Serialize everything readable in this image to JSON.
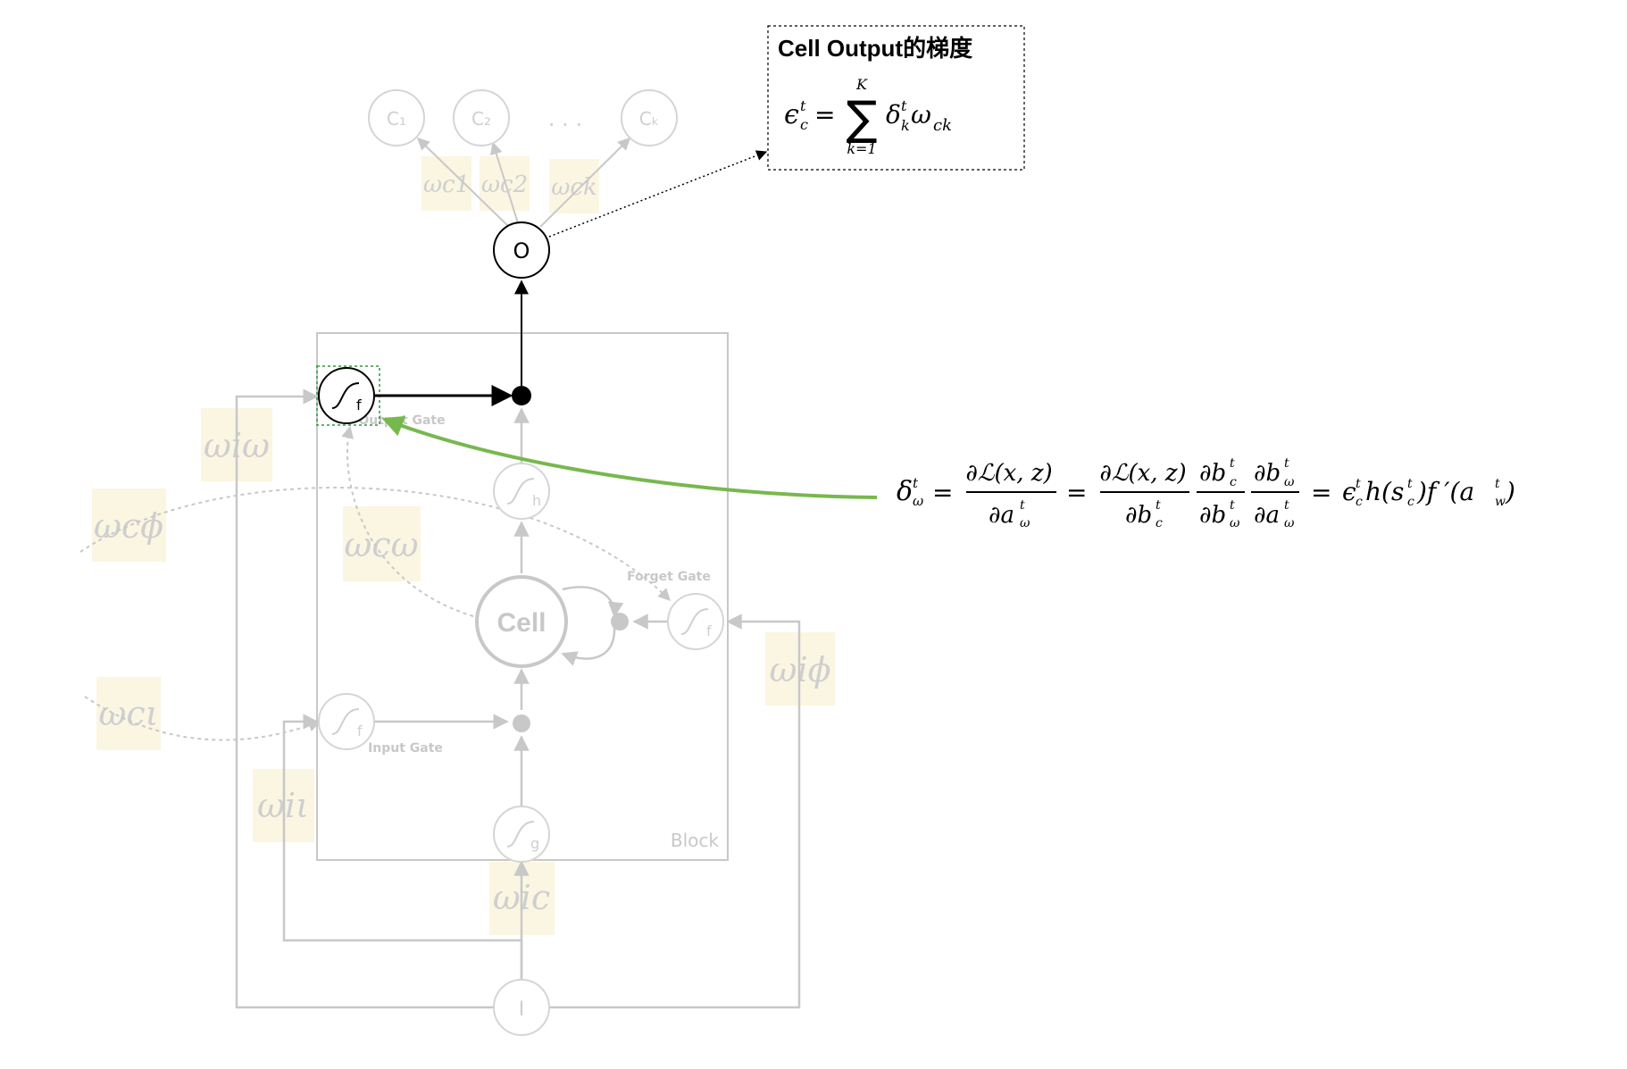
{
  "output_box": {
    "title": "Cell Output的梯度",
    "formula_lhs": "ϵ",
    "formula_lhs_sup": "t",
    "formula_lhs_sub": "c",
    "formula_eq": "=",
    "sum_symbol": "∑",
    "sum_upper": "K",
    "sum_lower": "k=1",
    "sum_term_delta": "δ",
    "sum_term_delta_sup": "t",
    "sum_term_delta_sub": "k",
    "sum_term_omega": "ω",
    "sum_term_omega_sub": "ck"
  },
  "nodes": {
    "c1": "C₁",
    "c2": "C₂",
    "ck": "Cₖ",
    "ellipsis": "· · ·",
    "output": "O",
    "input": "I",
    "cell": "Cell"
  },
  "gates": {
    "output_gate_label": "Output Gate",
    "forget_gate_label": "Forget Gate",
    "input_gate_label": "Input Gate",
    "block_label": "Block",
    "f": "f",
    "h": "h",
    "g": "g"
  },
  "weights": {
    "w_c1": "ωc1",
    "w_c2": "ωc2",
    "w_ck": "ωck",
    "w_iw": "ωiω",
    "w_cphi": "ωcϕ",
    "w_cw": "ωcω",
    "w_iphi": "ωiϕ",
    "w_ci": "ωcι",
    "w_ii": "ωiι",
    "w_ic": "ωic"
  },
  "equation": {
    "lhs": "δ",
    "lhs_sup": "t",
    "lhs_sub": "ω",
    "eq1": "=",
    "frac1_num": "∂ℒ(x, z)",
    "frac1_den_base": "∂a",
    "frac1_den_sup": "t",
    "frac1_den_sub": "ω",
    "eq2": "=",
    "frac2_num": "∂ℒ(x, z)",
    "frac2_den_base": "∂b",
    "frac2_den_sup": "t",
    "frac2_den_sub": "c",
    "frac3_num_base": "∂b",
    "frac3_num_sup": "t",
    "frac3_num_sub": "c",
    "frac3_den_base": "∂b",
    "frac3_den_sup": "t",
    "frac3_den_sub": "ω",
    "frac4_num_base": "∂b",
    "frac4_num_sup": "t",
    "frac4_num_sub": "ω",
    "frac4_den_base": "∂a",
    "frac4_den_sup": "t",
    "frac4_den_sub": "ω",
    "eq3": "=",
    "rhs": "ϵ",
    "rhs_sup": "t",
    "rhs_sub": "c",
    "rhs_rest1": "h(s",
    "rhs_rest1_sup": "t",
    "rhs_rest1_sub": "c",
    "rhs_rest2": ")f ′(a",
    "rhs_rest2_sup": "t",
    "rhs_rest2_sub": "w",
    "rhs_close": ")"
  },
  "colors": {
    "faded": "#c8c8c8",
    "weight_bg": "#fbf6e2",
    "weight_text": "#cfcfcf",
    "arrow_green": "#77b84e",
    "highlight_border": "#2e9a3a",
    "dark": "#000000"
  }
}
